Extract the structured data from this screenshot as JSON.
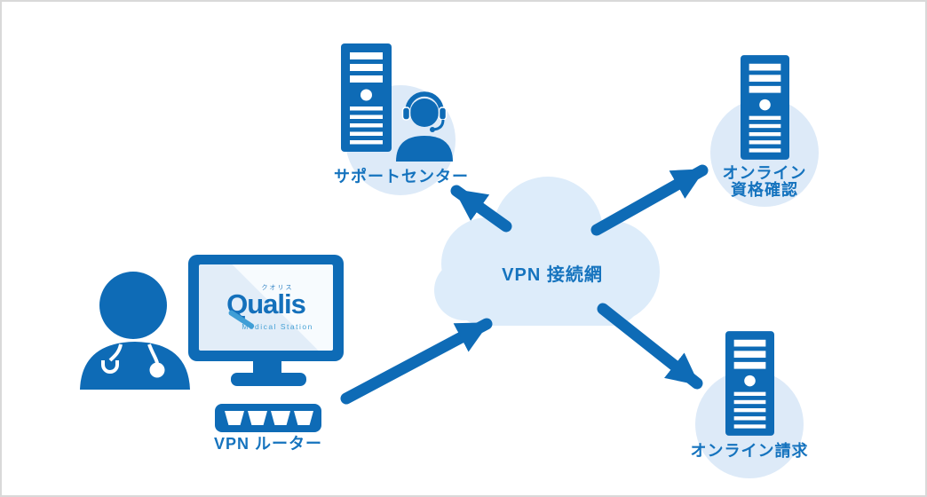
{
  "diagram": {
    "cloud_label": "VPN 接続網",
    "support_center_label": "サポートセンター",
    "qualification_label_line1": "オンライン",
    "qualification_label_line2": "資格確認",
    "billing_label": "オンライン請求",
    "router_label": "VPN ルーター",
    "logo": {
      "kana": "クオリス",
      "brand": "Qualis",
      "tagline": "Medical Station"
    }
  },
  "colors": {
    "primary_blue": "#0e6bb6",
    "halo_light_blue": "#ddeaf8",
    "cloud_light_blue": "#ddecfa",
    "label_text_blue": "#1573be",
    "logo_accent_blue": "#3f9ed6",
    "canvas_border_gray": "#d9d9d9"
  }
}
